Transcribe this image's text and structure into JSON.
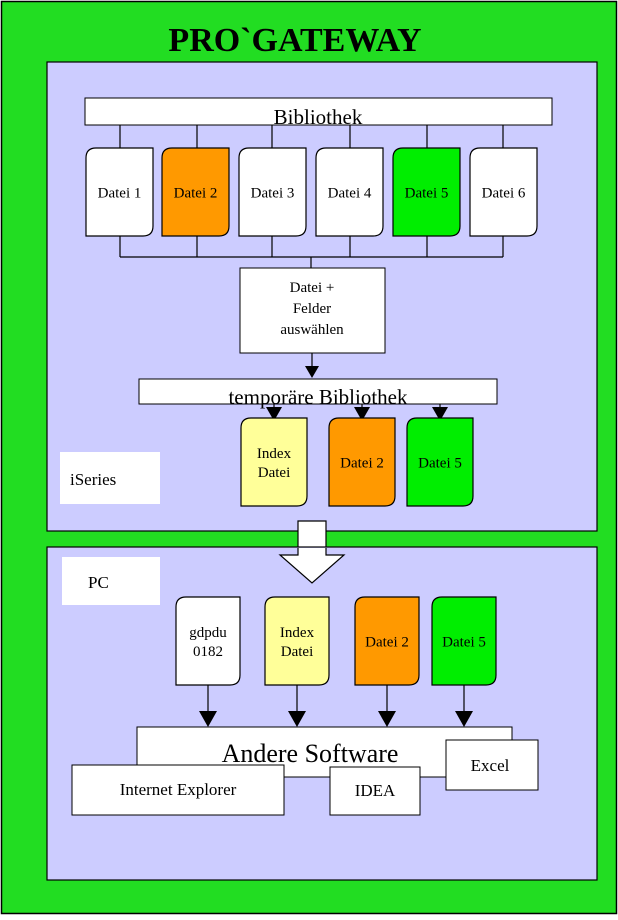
{
  "title": "PRO`GATEWAY",
  "colors": {
    "frame_green": "#22dd22",
    "panel_lavender": "#ccccff",
    "orange": "#ff9900",
    "green": "#00ee00",
    "yellow": "#ffff99",
    "white": "#ffffff",
    "black": "#000000"
  },
  "iseries_panel": {
    "label": "iSeries",
    "library": "Bibliothek",
    "files": [
      {
        "label": "Datei 1",
        "color": "white"
      },
      {
        "label": "Datei 2",
        "color": "orange"
      },
      {
        "label": "Datei 3",
        "color": "white"
      },
      {
        "label": "Datei 4",
        "color": "white"
      },
      {
        "label": "Datei 5",
        "color": "green"
      },
      {
        "label": "Datei 6",
        "color": "white"
      }
    ],
    "select_box": {
      "lines": [
        "Datei +",
        "Felder",
        "auswählen"
      ]
    },
    "temp_library": "temporäre Bibliothek",
    "temp_files": [
      {
        "lines": [
          "Index",
          "Datei"
        ],
        "color": "yellow"
      },
      {
        "lines": [
          "Datei 2"
        ],
        "color": "orange"
      },
      {
        "lines": [
          "Datei 5"
        ],
        "color": "green"
      }
    ]
  },
  "pc_panel": {
    "label": "PC",
    "files": [
      {
        "lines": [
          "gdpdu",
          "0182"
        ],
        "color": "white"
      },
      {
        "lines": [
          "Index",
          "Datei"
        ],
        "color": "yellow"
      },
      {
        "lines": [
          "Datei 2"
        ],
        "color": "orange"
      },
      {
        "lines": [
          "Datei 5"
        ],
        "color": "green"
      }
    ],
    "software": "Andere Software",
    "apps": {
      "internet_explorer": "Internet Explorer",
      "idea": "IDEA",
      "excel": "Excel"
    }
  }
}
